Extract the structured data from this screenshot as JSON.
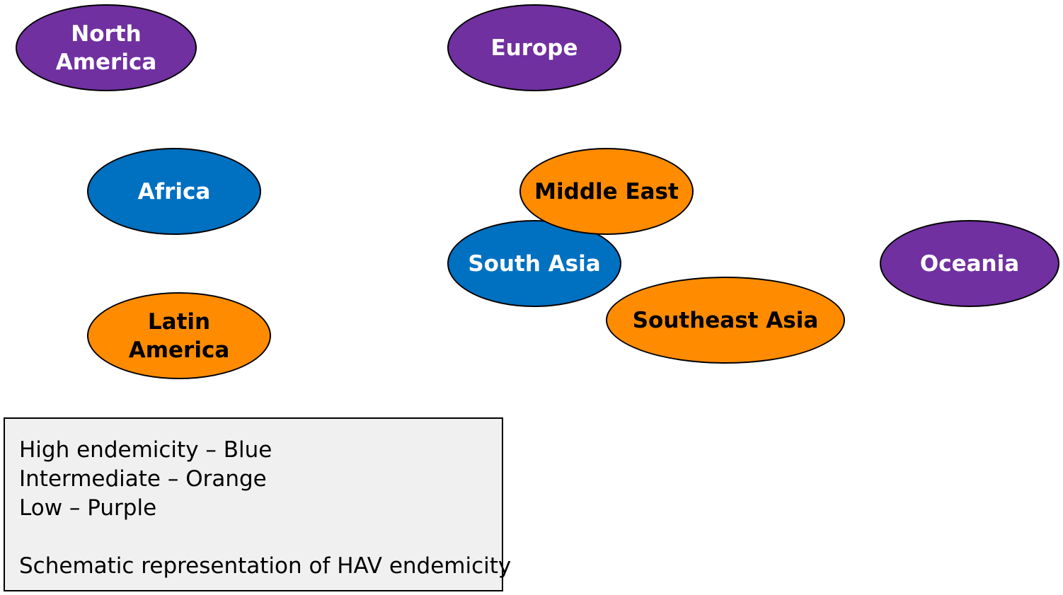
{
  "regions": {
    "north_america": {
      "label": "North America",
      "level": "low"
    },
    "europe": {
      "label": "Europe",
      "level": "low"
    },
    "africa": {
      "label": "Africa",
      "level": "high"
    },
    "middle_east": {
      "label": "Middle East",
      "level": "intermediate"
    },
    "south_asia": {
      "label": "South Asia",
      "level": "high"
    },
    "oceania": {
      "label": "Oceania",
      "level": "low"
    },
    "latin_america": {
      "label": "Latin America",
      "level": "intermediate"
    },
    "southeast_asia": {
      "label": "Southeast Asia",
      "level": "intermediate"
    }
  },
  "colors": {
    "high": "#0070c0",
    "intermediate": "#ff8c00",
    "low": "#7030a0",
    "legend_bg": "#f0f0f0"
  },
  "legend": {
    "high": "High endemicity – Blue",
    "intermediate": "Intermediate – Orange",
    "low": "Low – Purple",
    "caption": "Schematic representation of HAV endemicity"
  }
}
